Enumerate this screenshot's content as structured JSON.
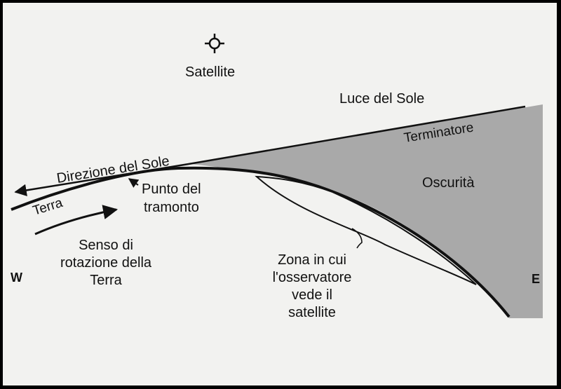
{
  "labels": {
    "satellite": "Satellite",
    "sunlight": "Luce del Sole",
    "terminator": "Terminatore",
    "darkness": "Oscurità",
    "sun_direction": "Direzione del Sole",
    "earth": "Terra",
    "sunset_point_line1": "Punto del",
    "sunset_point_line2": "tramonto",
    "rotation_line1": "Senso di",
    "rotation_line2": "rotazione della",
    "rotation_line3": "Terra",
    "zone_line1": "Zona in cui",
    "zone_line2": "l'osservatore",
    "zone_line3": "vede il",
    "zone_line4": "satellite",
    "west": "W",
    "east": "E"
  },
  "colors": {
    "background": "#f2f2f0",
    "frame": "#000000",
    "shadow": "#a9a9a9",
    "ink": "#111111"
  },
  "icons": {
    "satellite": "satellite-crosshair-icon",
    "arrows": [
      "sun-direction-arrow",
      "sunset-point-arrow",
      "rotation-arrow"
    ]
  }
}
